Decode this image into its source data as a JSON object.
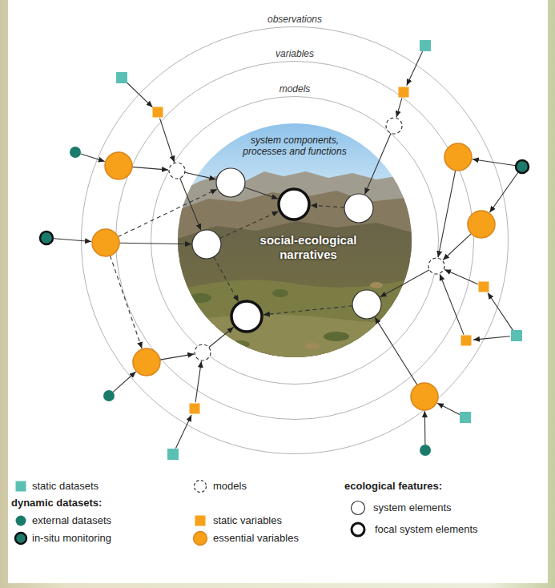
{
  "diagram": {
    "nodes": [
      {
        "text": [
          "observations"
        ]
      },
      {
        "text": [
          "variables"
        ],
        "in": 0
      },
      {
        "text": [
          "models"
        ],
        "in": 1
      },
      {
        "text": [
          "system components, processes and functions",
          "social-ecological narratives"
        ],
        "in": 2
      }
    ],
    "labels": [
      "dynamic datasets:",
      "ecological features:"
    ],
    "legend": [
      {
        "text": "static datasets",
        "color": "#5cbfb3"
      },
      {
        "text": "external datasets",
        "color": "#1b7b6b"
      },
      {
        "text": "in-situ monitoring"
      },
      {
        "text": "models"
      },
      {
        "text": "static variables",
        "color": "#f7a11a"
      },
      {
        "text": "essential variables",
        "color": "#f7a11a"
      },
      {
        "text": "system elements"
      },
      {
        "text": "focal system elements"
      }
    ]
  }
}
